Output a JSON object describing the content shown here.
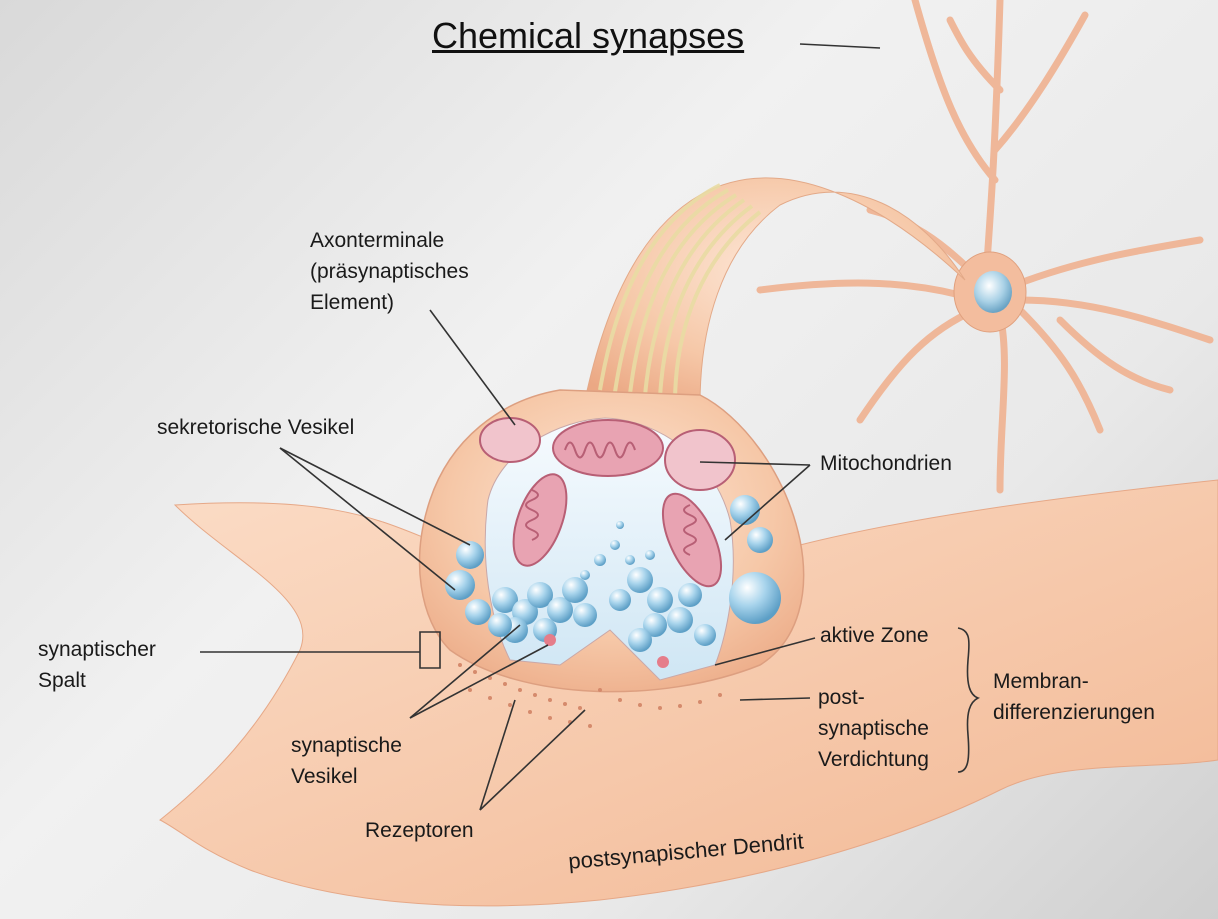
{
  "title": "Chemical synapses",
  "labels": {
    "axonterminale": [
      "Axonterminale",
      "(präsynaptisches",
      "Element)"
    ],
    "sekretorische_vesikel": "sekretorische Vesikel",
    "mitochondrien": "Mitochondrien",
    "synaptischer_spalt": [
      "synaptischer",
      "Spalt"
    ],
    "aktive_zone": "aktive Zone",
    "postsynaptische_verdichtung": [
      "post-",
      "synaptische",
      "Verdichtung"
    ],
    "membrandifferenzierungen": [
      "Membran-",
      "differenzierungen"
    ],
    "synaptische_vesikel": [
      "synaptische",
      "Vesikel"
    ],
    "rezeptoren": "Rezeptoren",
    "postsynaptischer_dendrit": "postsynapischer Dendrit"
  },
  "colors": {
    "tissue": "#f6c8a8",
    "tissue_dark": "#e8a27c",
    "vesicle": "#a8d4ec",
    "mitochondria": "#d98b9a",
    "leader_line": "#333333"
  }
}
